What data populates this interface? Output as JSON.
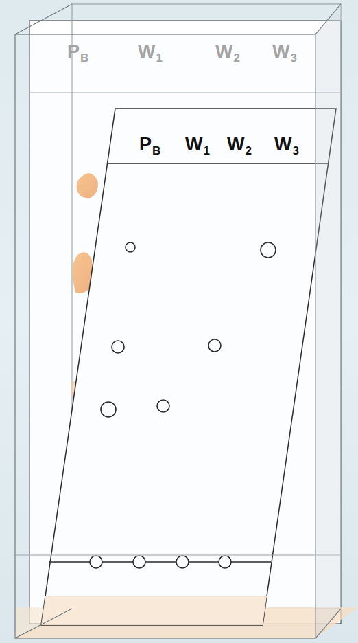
{
  "diagram": {
    "labels": [
      "P",
      "B",
      "W",
      "1",
      "W",
      "2",
      "W",
      "3",
      "P",
      "B",
      "W",
      "1",
      "W",
      "2",
      "W",
      "3"
    ]
  }
}
